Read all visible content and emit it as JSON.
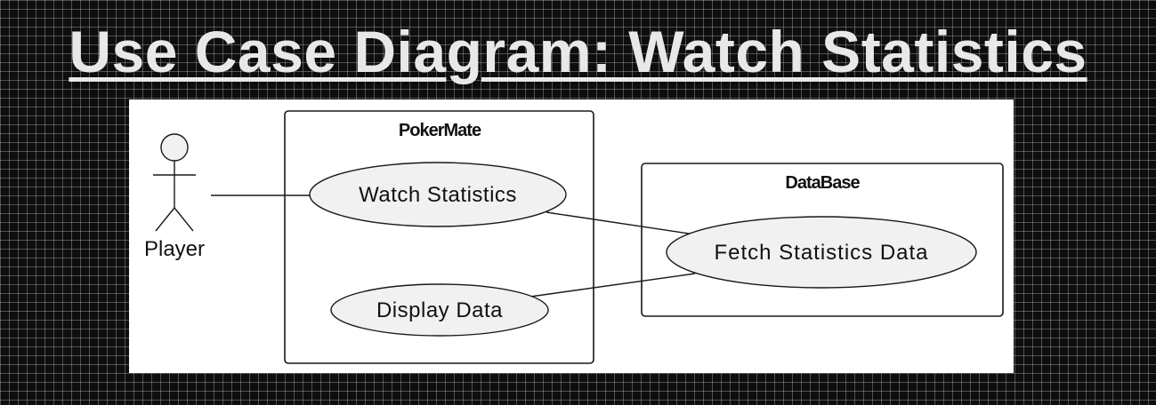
{
  "title": "Use Case Diagram: Watch Statistics",
  "diagram": {
    "actor": {
      "label": "Player"
    },
    "systems": [
      {
        "name": "PokerMate"
      },
      {
        "name": "DataBase"
      }
    ],
    "use_cases": [
      {
        "label": "Watch Statistics"
      },
      {
        "label": "Display Data"
      },
      {
        "label": "Fetch Statistics Data"
      }
    ],
    "associations": [
      {
        "from": "Player",
        "to": "Watch Statistics"
      },
      {
        "from": "Watch Statistics",
        "to": "Fetch Statistics Data"
      },
      {
        "from": "Display Data",
        "to": "Fetch Statistics Data"
      }
    ]
  },
  "colors": {
    "page_background": "#0e0e0e",
    "grid_lines": "#4a4a4a",
    "title_text": "#e8e8e8",
    "diagram_background": "#ffffff",
    "use_case_fill": "#f1f1f1",
    "stroke": "#181818"
  }
}
